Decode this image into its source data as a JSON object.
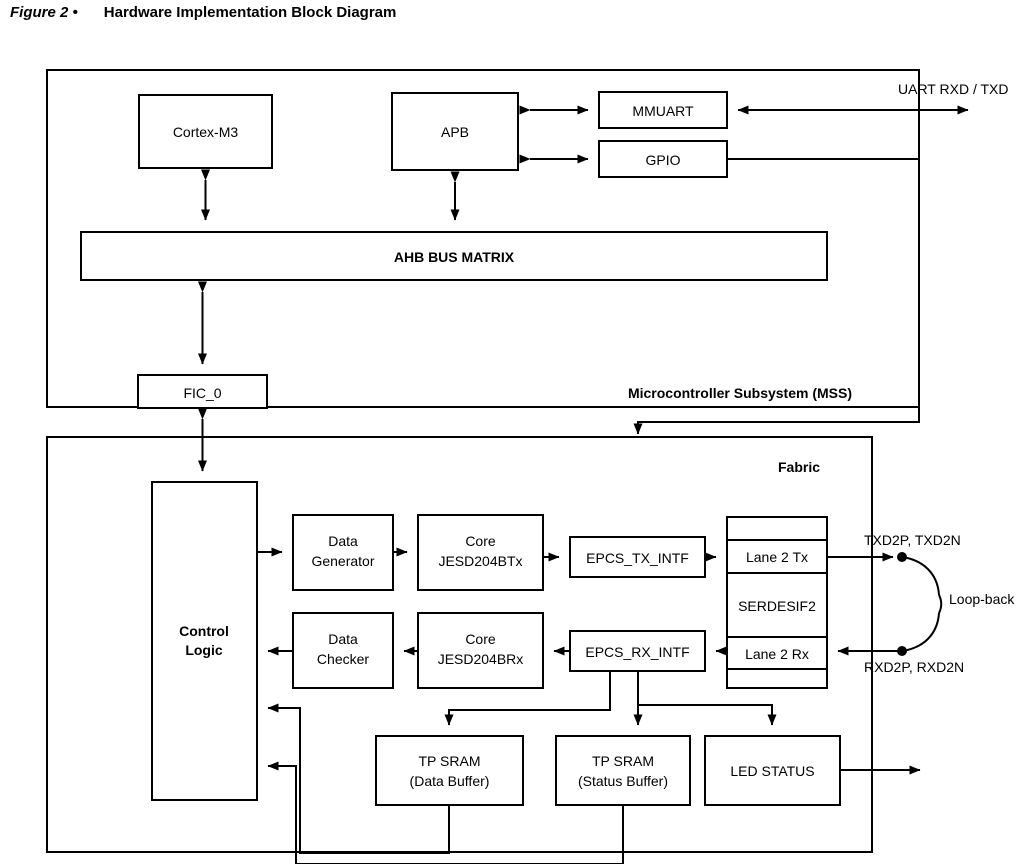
{
  "figure": {
    "number": "Figure 2 •",
    "title": "Hardware Implementation Block Diagram"
  },
  "containers": {
    "mss": "Microcontroller Subsystem (MSS)",
    "fabric": "Fabric"
  },
  "mss_blocks": {
    "cortex": "Cortex-M3",
    "apb": "APB",
    "mmuart": "MMUART",
    "gpio": "GPIO",
    "ahb": "AHB BUS MATRIX",
    "fic0": "FIC_0"
  },
  "fabric_blocks": {
    "control_logic_line1": "Control",
    "control_logic_line2": "Logic",
    "data_generator_line1": "Data",
    "data_generator_line2": "Generator",
    "core_tx_line1": "Core",
    "core_tx_line2": "JESD204BTx",
    "epcs_tx": "EPCS_TX_INTF",
    "data_checker_line1": "Data",
    "data_checker_line2": "Checker",
    "core_rx_line1": "Core",
    "core_rx_line2": "JESD204BRx",
    "epcs_rx": "EPCS_RX_INTF",
    "serdes_lane_tx": "Lane 2 Tx",
    "serdes_name": "SERDESIF2",
    "serdes_lane_rx": "Lane 2 Rx",
    "tp_sram_data_line1": "TP SRAM",
    "tp_sram_data_line2": "(Data Buffer)",
    "tp_sram_status_line1": "TP SRAM",
    "tp_sram_status_line2": "(Status Buffer)",
    "led_status": "LED STATUS"
  },
  "signals": {
    "uart": "UART RXD / TXD",
    "txd2": "TXD2P, TXD2N",
    "rxd2": "RXD2P, RXD2N",
    "loopback": "Loop-back"
  },
  "colors": {
    "line": "#000000",
    "fill": "#ffffff",
    "text": "#000000"
  }
}
